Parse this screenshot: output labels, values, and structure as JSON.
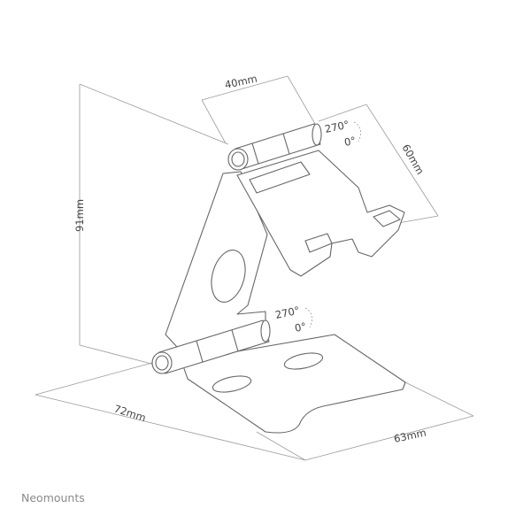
{
  "diagram": {
    "dimensions": {
      "height": "91mm",
      "hinge_width": "40mm",
      "support_depth": "60mm",
      "base_depth": "72mm",
      "base_width": "63mm"
    },
    "rotation_upper": {
      "max": "270°",
      "min": "0°"
    },
    "rotation_lower": {
      "max": "270°",
      "min": "0°"
    }
  },
  "brand": "Neomounts",
  "colors": {
    "line": "#666666",
    "dimension": "#9a9a9a",
    "text": "#444444"
  }
}
